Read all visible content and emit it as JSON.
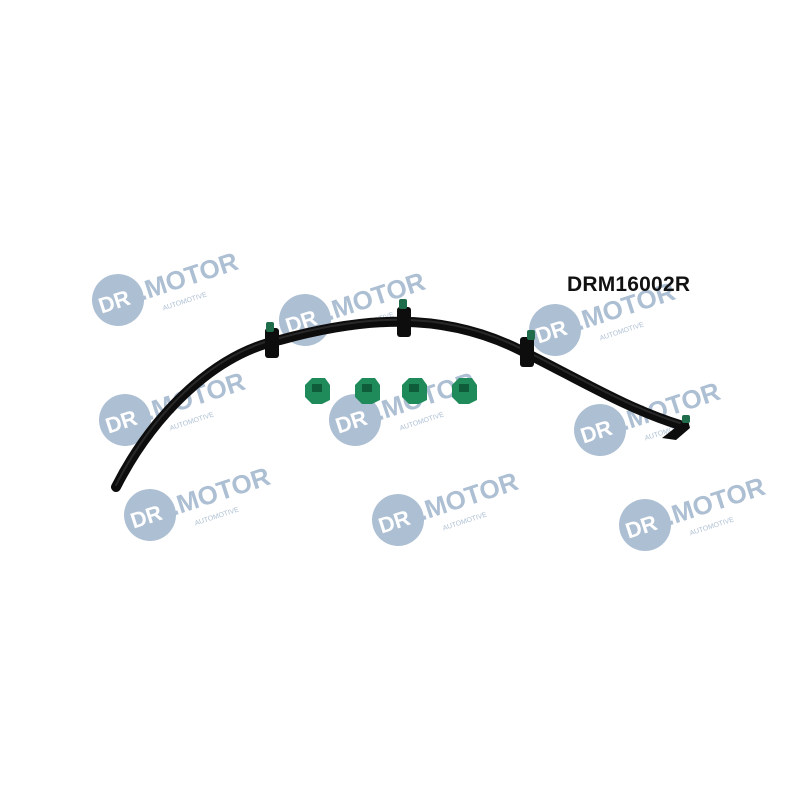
{
  "product": {
    "part_number": "DRM16002R"
  },
  "watermark": {
    "brand_text": "DR.MOTOR",
    "sub_text": "AUTOMOTIVE",
    "color": "#9fb4cc"
  },
  "components": {
    "hose_color": "#111111",
    "clip_color": "#1f8a5a",
    "clip_count": 4
  }
}
